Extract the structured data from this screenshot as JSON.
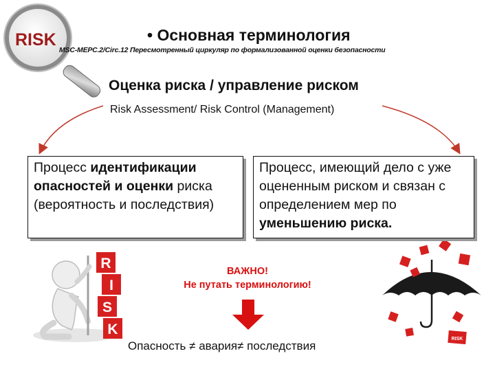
{
  "slide": {
    "title": "• Основная терминология",
    "subtitle": "MSC-MEPC.2/Circ.12 Пересмотренный циркуляр по формализованной оценки безопасности",
    "logo_text": "RISK",
    "heading": "Оценка риска / управление риском",
    "heading_en": "Risk Assessment/ Risk Control (Management)",
    "left_box": {
      "p1": "Процесс ",
      "b1": "идентификации опасностей и оценки",
      "p2": " риска (вероятность и последствия)"
    },
    "right_box": {
      "p1": "Процесс, имеющий дело с уже оцененным риском и связан с определением мер по ",
      "b1": "уменьшению риска."
    },
    "important_line1": "ВАЖНО!",
    "important_line2": "Не путать терминологию!",
    "bottom": {
      "term1": "Опасность",
      "neq1": "≠",
      "term2": "авария",
      "neq2": "≠",
      "term3": "последствия"
    },
    "risk_letters": [
      "R",
      "I",
      "S",
      "K"
    ],
    "dice_label": "RISK"
  },
  "colors": {
    "accent_red": "#d81010",
    "arrow_red": "#c0392b",
    "dice_red": "#d62020",
    "umbrella": "#1a1a1a"
  }
}
